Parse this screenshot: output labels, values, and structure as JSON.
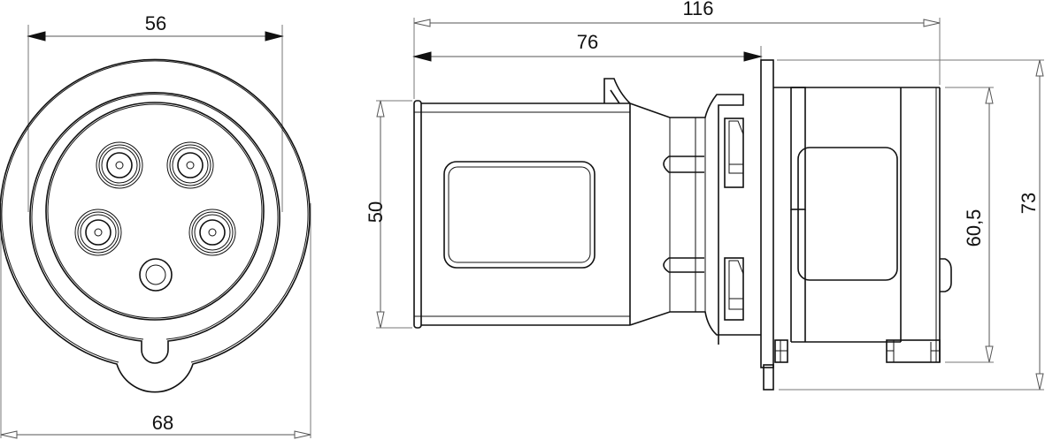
{
  "drawing": {
    "type": "technical-dimension-drawing",
    "subject": "industrial CEE plug (5-pin)",
    "colors": {
      "line": "#111111",
      "dimension_line": "#555555",
      "background": "#ffffff"
    }
  },
  "front_view": {
    "dimensions": {
      "inner_width": "56",
      "outer_width": "68"
    },
    "pins": [
      {
        "name": "pin-top-left"
      },
      {
        "name": "pin-top-right"
      },
      {
        "name": "pin-mid-left"
      },
      {
        "name": "pin-mid-right"
      },
      {
        "name": "earth-pin"
      }
    ]
  },
  "side_view": {
    "dimensions": {
      "overall_length": "116",
      "insertion_length": "76",
      "sleeve_height": "50",
      "body_height": "60,5",
      "flange_height": "73"
    }
  }
}
